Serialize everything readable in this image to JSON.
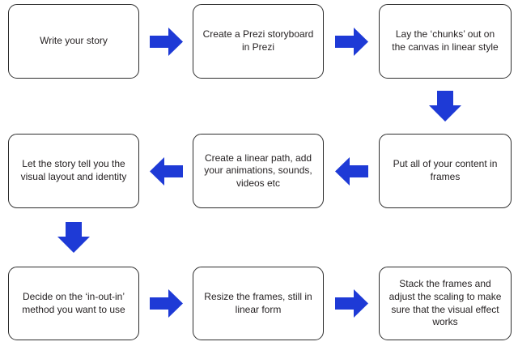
{
  "flowchart": {
    "colors": {
      "arrow": "#1e3ad6",
      "box_border": "#2e2e2e",
      "text": "#231f20",
      "background": "#ffffff"
    },
    "steps": [
      {
        "id": 1,
        "label": "Write your story"
      },
      {
        "id": 2,
        "label": "Create a Prezi storyboard in Prezi"
      },
      {
        "id": 3,
        "label": "Lay the ‘chunks’ out on the canvas in linear style"
      },
      {
        "id": 4,
        "label": "Put all of your content in frames"
      },
      {
        "id": 5,
        "label": "Create a linear path, add your animations, sounds, videos etc"
      },
      {
        "id": 6,
        "label": "Let the story tell you the visual layout and identity"
      },
      {
        "id": 7,
        "label": "Decide on the ‘in-out-in’ method you want to use"
      },
      {
        "id": 8,
        "label": "Resize the frames, still in linear form"
      },
      {
        "id": 9,
        "label": "Stack the frames and adjust the scaling to make sure that the visual effect works"
      }
    ],
    "arrows": [
      {
        "from": 1,
        "to": 2,
        "direction": "right"
      },
      {
        "from": 2,
        "to": 3,
        "direction": "right"
      },
      {
        "from": 3,
        "to": 4,
        "direction": "down"
      },
      {
        "from": 4,
        "to": 5,
        "direction": "left"
      },
      {
        "from": 5,
        "to": 6,
        "direction": "left"
      },
      {
        "from": 6,
        "to": 7,
        "direction": "down"
      },
      {
        "from": 7,
        "to": 8,
        "direction": "right"
      },
      {
        "from": 8,
        "to": 9,
        "direction": "right"
      }
    ]
  }
}
